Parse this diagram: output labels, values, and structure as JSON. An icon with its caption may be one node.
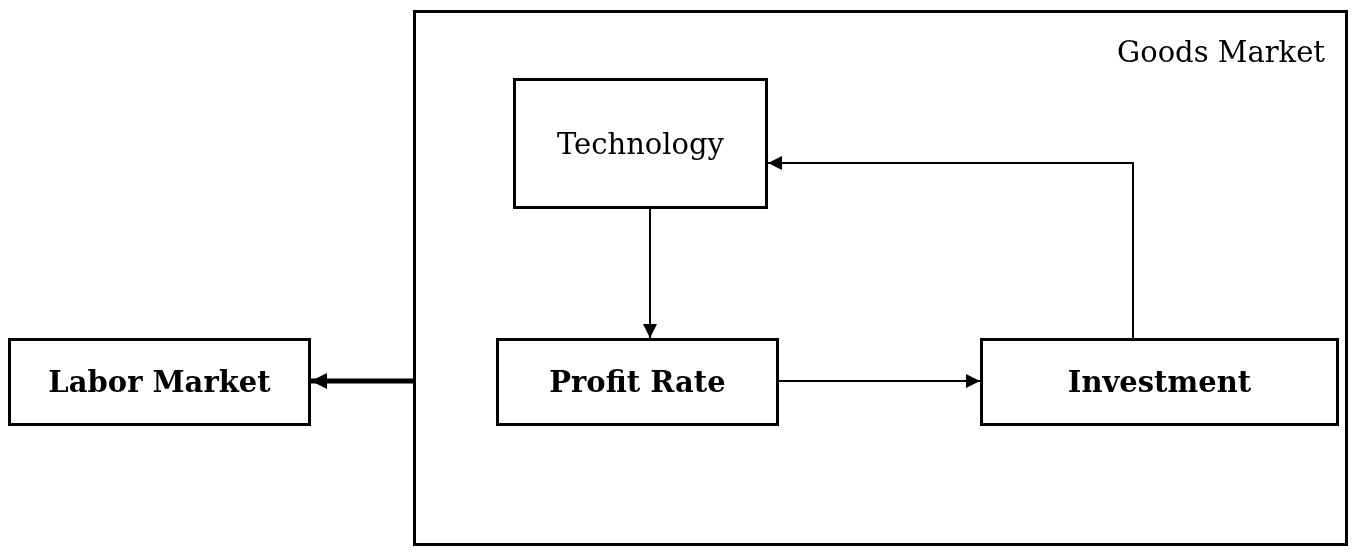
{
  "diagram": {
    "nodes": [
      {
        "text": [
          "Goods Market"
        ]
      },
      {
        "text": [
          "Technology"
        ],
        "in": 0
      },
      {
        "text": [
          "Profit Rate"
        ],
        "in": 0
      },
      {
        "text": [
          "Investment"
        ],
        "in": 0
      },
      {
        "text": [
          "Labor Market"
        ]
      }
    ],
    "edges": [
      {
        "from": 1,
        "to": 2,
        "arrow": "to"
      },
      {
        "from": 2,
        "to": 3,
        "arrow": "to"
      },
      {
        "from": 3,
        "to": 1,
        "arrow": "to"
      },
      {
        "from": 0,
        "to": 4,
        "arrow": "to",
        "style": "thick"
      }
    ]
  }
}
